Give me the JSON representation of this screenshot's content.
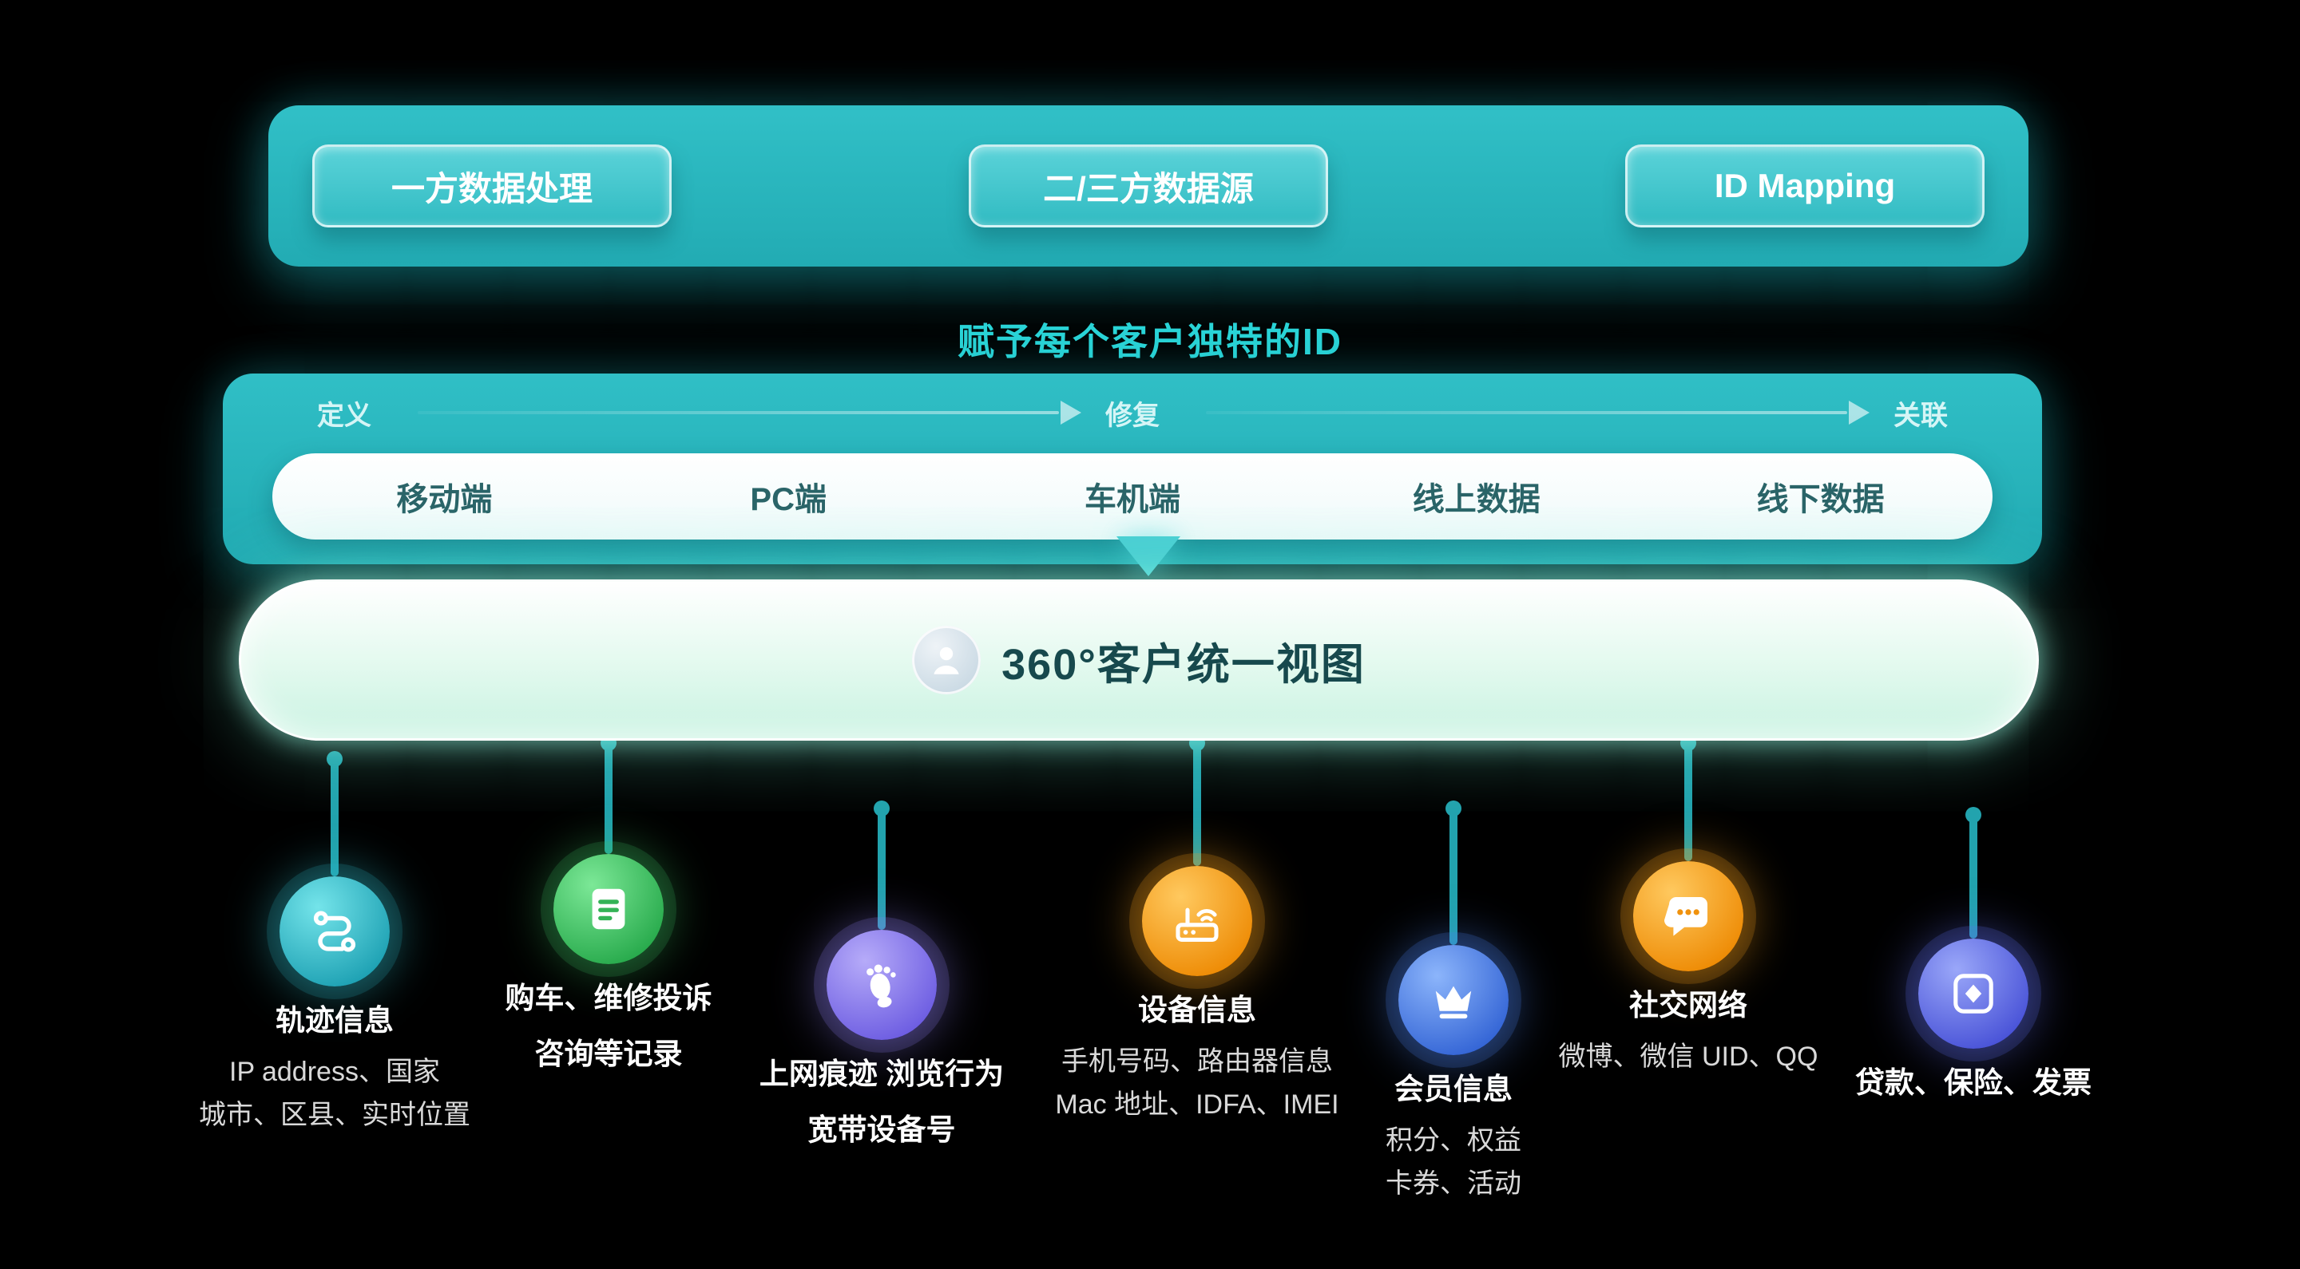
{
  "colors": {
    "subtitle-teal": "#2bd5d8",
    "channel-text": "#2a6468",
    "unified-text": "#17494d",
    "connector": "#22a3ae"
  },
  "top_bar": {
    "buttons": [
      {
        "label": "一方数据处理"
      },
      {
        "label": "二/三方数据源"
      },
      {
        "label": "ID Mapping"
      }
    ]
  },
  "subtitle": "赋予每个客户独特的ID",
  "pipeline": {
    "stages": [
      {
        "label": "定义"
      },
      {
        "label": "修复"
      },
      {
        "label": "关联"
      }
    ],
    "channels": [
      {
        "label": "移动端"
      },
      {
        "label": "PC端"
      },
      {
        "label": "车机端"
      },
      {
        "label": "线上数据"
      },
      {
        "label": "线下数据"
      }
    ]
  },
  "unified_view": {
    "icon": "person-icon",
    "label": "360°客户统一视图"
  },
  "sources": [
    {
      "icon": "route-icon",
      "color": "#2fb9c6",
      "title_lines": [
        "轨迹信息"
      ],
      "detail_lines": [
        "IP address、国家",
        "城市、区县、实时位置"
      ]
    },
    {
      "icon": "document-icon",
      "color": "#3ec364",
      "title_lines": [
        "购车、维修投诉",
        "咨询等记录"
      ],
      "detail_lines": []
    },
    {
      "icon": "footprint-icon",
      "color": "#8b7df0",
      "title_lines": [
        "上网痕迹 浏览行为",
        "宽带设备号"
      ],
      "detail_lines": []
    },
    {
      "icon": "router-icon",
      "color": "#f9a21b",
      "title_lines": [
        "设备信息"
      ],
      "detail_lines": [
        "手机号码、路由器信息",
        "Mac 地址、IDFA、IMEI"
      ]
    },
    {
      "icon": "crown-icon",
      "color": "#4b82ee",
      "title_lines": [
        "会员信息"
      ],
      "detail_lines": [
        "积分、权益",
        "卡券、活动"
      ]
    },
    {
      "icon": "chat-icon",
      "color": "#f9a21b",
      "title_lines": [
        "社交网络"
      ],
      "detail_lines": [
        "微博、微信 UID、QQ"
      ]
    },
    {
      "icon": "invoice-icon",
      "color": "#5f6ef0",
      "title_lines": [
        "贷款、保险、发票"
      ],
      "detail_lines": []
    }
  ]
}
